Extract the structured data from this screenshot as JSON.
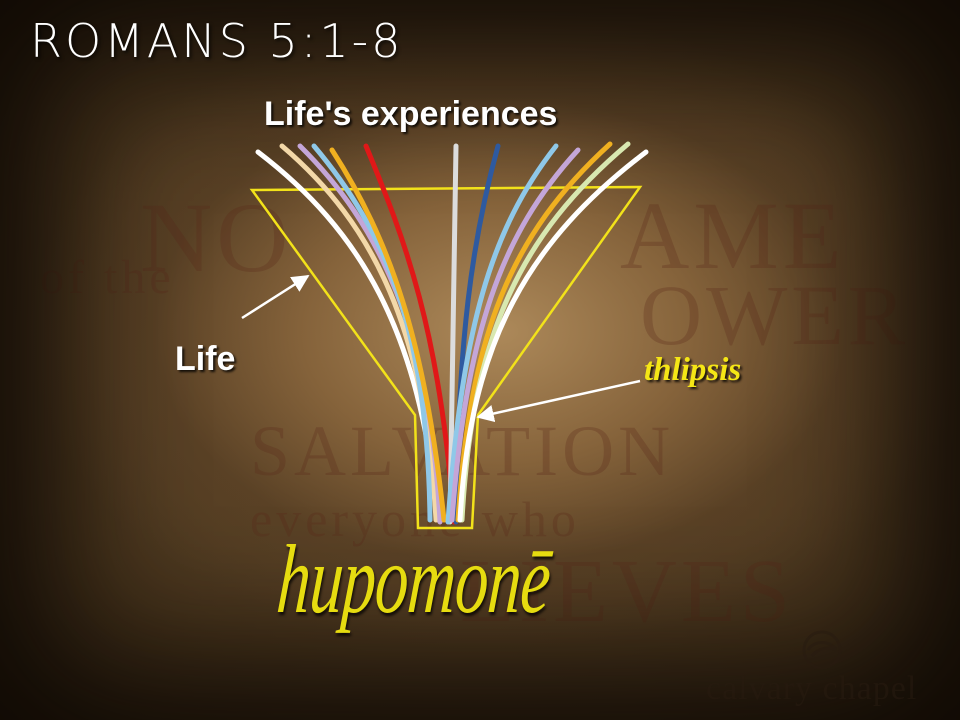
{
  "slide": {
    "title": "Romans 5:1-8",
    "top_label": "Life's experiences",
    "left_label": "Life",
    "right_label": "thlipsis",
    "bottom_word": "hupomonē"
  },
  "background_text": [
    "NO",
    "AME",
    "of the",
    "OWER",
    "SALVATION",
    "everyone who",
    "LIEVES"
  ],
  "logo_text": "calvary chapel",
  "colors": {
    "funnel_outline": "#f2e21a",
    "word_color": "#e6dc10",
    "label_color": "#ffffff",
    "thlipsis_color": "#f5e616",
    "strands": [
      "#ffffff",
      "#f3d8a8",
      "#c4a6d8",
      "#8fc8e8",
      "#e01818",
      "#f0b020",
      "#dcdcdc",
      "#2e5aa0",
      "#8fc8e8",
      "#c4a6d8",
      "#f0b020",
      "#d8e8b0",
      "#ffffff"
    ]
  }
}
